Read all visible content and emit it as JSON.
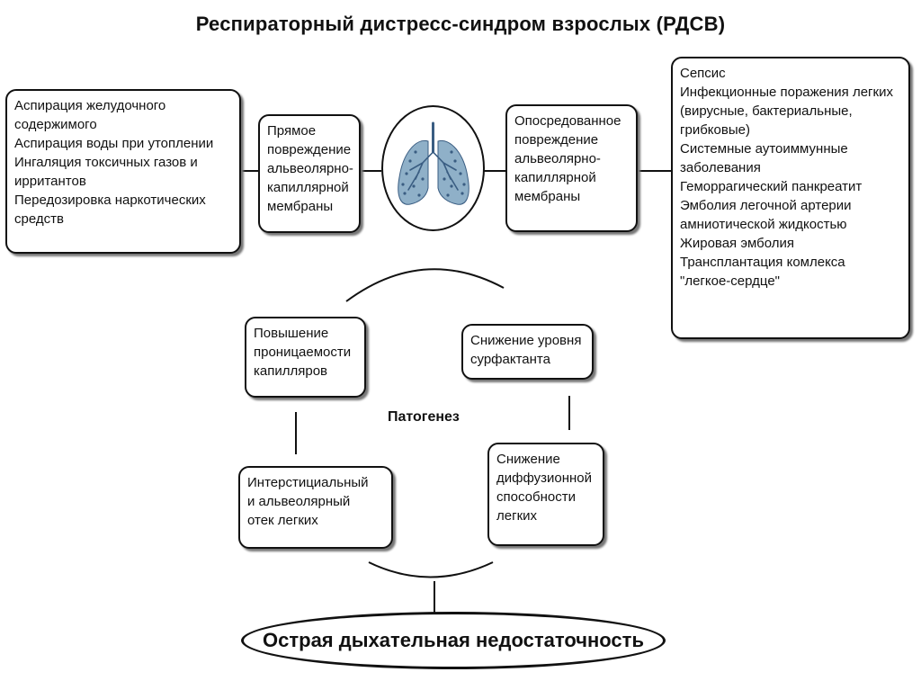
{
  "title": "Респираторный дистресс-синдром взрослых (РДСВ)",
  "direct_causes": [
    "Аспирация желудочного",
    "содержимого",
    "Аспирация воды при утоплении",
    "Ингаляция токсичных газов и",
    "ирритантов",
    "Передозировка наркотических",
    "средств"
  ],
  "direct_damage": [
    "Прямое",
    "повреждение",
    "альвеолярно-",
    "капиллярной",
    "мембраны"
  ],
  "indirect_damage": [
    "Опосредованное",
    "повреждение",
    "альвеолярно-",
    "капиллярной",
    "мембраны"
  ],
  "indirect_causes": [
    "Сепсис",
    "Инфекционные поражения легких",
    "(вирусные, бактериальные,",
    "грибковые)",
    "Системные аутоиммунные",
    "заболевания",
    "Геморрагический панкреатит",
    "Эмболия легочной артерии",
    "амниотической жидкостью",
    "Жировая эмболия",
    "Трансплантация комлекса",
    "\"легкое-сердце\""
  ],
  "pathogenesis_label": "Патогенез",
  "capillary_permeability": [
    "Повышение",
    "проницаемости",
    "капилляров"
  ],
  "surfactant": [
    "Снижение уровня",
    "сурфактанта"
  ],
  "edema": [
    "Интерстициальный",
    "и альвеолярный",
    "отек легких"
  ],
  "diffusion": [
    "Снижение",
    "диффузионной",
    "способности",
    "легких"
  ],
  "outcome": "Острая дыхательная недостаточность",
  "colors": {
    "lung_fill": "#8fb0c8",
    "lung_vessels": "#3a5d82",
    "lines": "#111111"
  },
  "icons": {
    "center": "lungs-icon"
  }
}
